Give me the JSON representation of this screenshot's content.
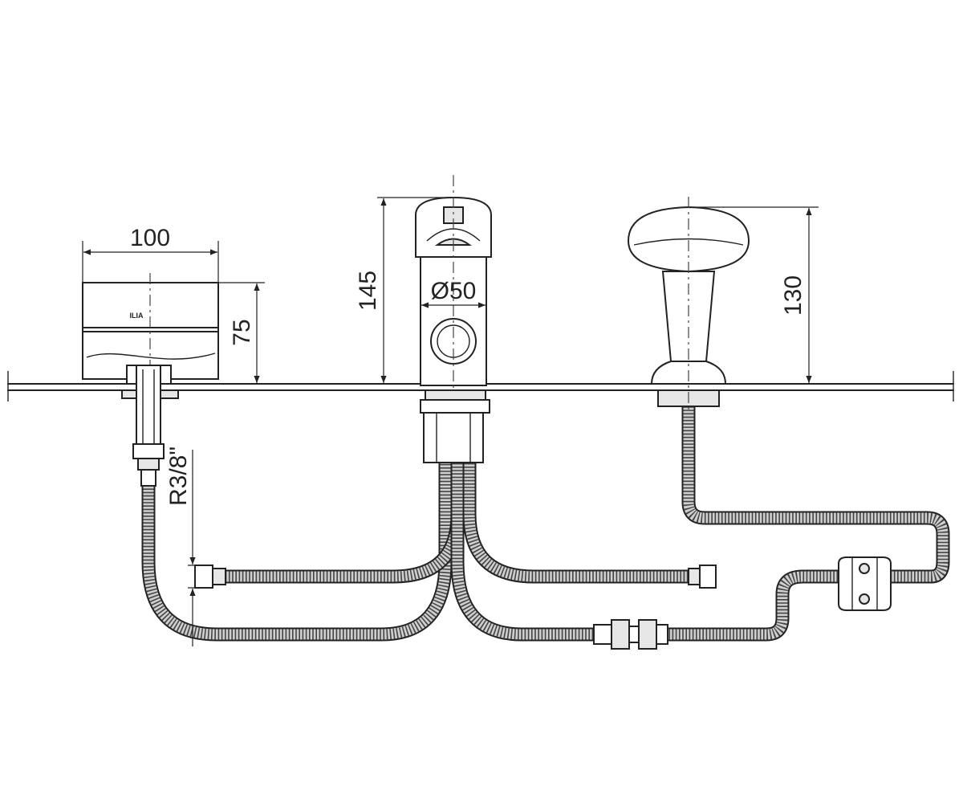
{
  "dimensions": {
    "sensor_width": "100",
    "sensor_height": "75",
    "spout_height": "145",
    "spout_diameter": "Ø50",
    "handle_height": "130",
    "thread": "R3/8\""
  },
  "logo": {
    "text": "ILIA"
  },
  "colors": {
    "line": "#222222",
    "hose": "#cfcfcf",
    "background": "#ffffff"
  }
}
